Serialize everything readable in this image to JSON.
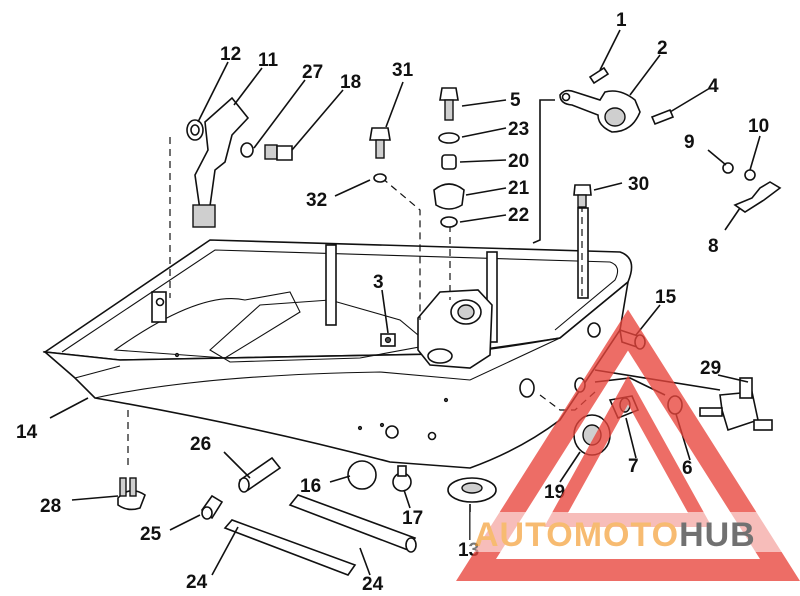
{
  "diagram": {
    "labels": [
      "1",
      "2",
      "4",
      "5",
      "23",
      "20",
      "21",
      "22",
      "30",
      "31",
      "32",
      "18",
      "27",
      "11",
      "12",
      "3",
      "15",
      "29",
      "9",
      "10",
      "8",
      "14",
      "26",
      "16",
      "17",
      "28",
      "25",
      "24",
      "24",
      "13",
      "19",
      "7",
      "6"
    ]
  },
  "watermark": {
    "part1": "AUTOMOTO",
    "part2": "HUB",
    "color_primary": "#e8453c",
    "color_secondary": "#f5a94a",
    "color_dark": "#4a4a4a"
  }
}
